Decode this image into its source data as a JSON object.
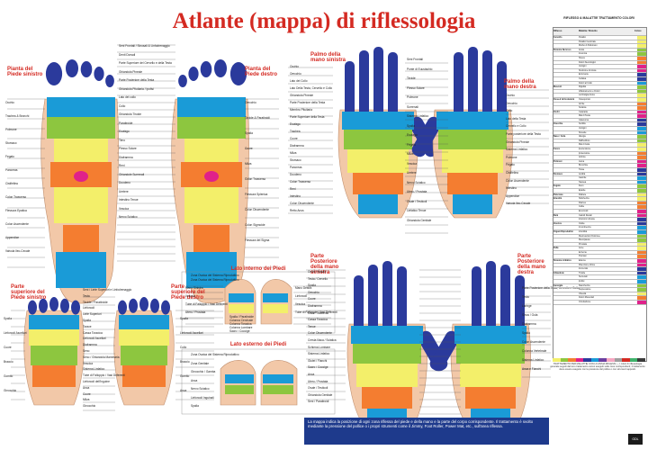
{
  "title": "Atlante (mappa) di riflessologia",
  "foot_sole": {
    "left_heading": "Pianta del Piede sinistro",
    "right_heading": "Pianta del Piede destro",
    "left_labels": [
      "Occhio",
      "Trachea & Bronchi",
      "Polmone",
      "Stomaco",
      "Fegato",
      "Pancreas",
      "Cistifellea",
      "Colon Trasverso",
      "Flessura Epatica",
      "Colon Ascendente",
      "Appendice",
      "Valvola Ileo-Cecale"
    ],
    "right_labels": [
      "Orecchio",
      "Tiroide & Paratiroidi",
      "Spalla",
      "Cuore",
      "Milza",
      "Colon Trasverso",
      "Flessura Splenica",
      "Colon Discendente",
      "Colon Sigmoide",
      "Flessura del Sigma"
    ],
    "center_labels": [
      "Seni Frontali / Sinusali & Linfodrenaggio",
      "Denti Dorsali",
      "Parte Superiore del Cervello e della Testa",
      "Ghiandola Pineale",
      "Parte Posteriore della Testa",
      "Ghiandola Pituitaria / Ipofisi",
      "Lato del collo",
      "Collo",
      "Ghiandola Tiroide",
      "Paratiroide",
      "Esofago",
      "Timo",
      "Plesso Solare",
      "Diaframma",
      "Reni",
      "Ghiandole Surrenali",
      "Duodeno",
      "Uretere",
      "Intestino Tenue",
      "Vescica",
      "Nervo Sciatico"
    ]
  },
  "hands": {
    "palm_left_heading": "Palmo della mano sinistra",
    "palm_right_heading": "Palmo della mano destra",
    "palm_left_labels": [
      "Occhio",
      "Orecchio",
      "Lato del Collo",
      "Lato Della Testa, Cervello e Collo",
      "Ghiandola Pineale",
      "Parte Posteriore della Testa",
      "Membro Pituitaria",
      "Parte Superiore della Testa",
      "Esofago",
      "Trachea",
      "Cuore",
      "Diaframma",
      "Milza",
      "Stomaco",
      "Pancreas",
      "Duodeno",
      "Colon Trasverso",
      "Reni",
      "Intestino",
      "Colon Discendente",
      "Retto Anus"
    ],
    "palm_right_labels": [
      "Occhio",
      "Orecchio",
      "Collo",
      "Lato della Testa",
      "Cervello e Collo",
      "Parte posteriore della Testa",
      "Ghiandola Pineale",
      "Sistema Linfatico",
      "Polmone",
      "Fegato",
      "Cistifellea",
      "Colon Ascendente",
      "Intestino",
      "Appendice",
      "Valvola Ileo-Cecale"
    ],
    "palm_center_labels": [
      "Seni Frontali",
      "Ponte di Euustachio",
      "Tiroide",
      "Plesso Solare",
      "Polmone",
      "Surrenali",
      "Sistema Linfatico",
      "Spalla",
      "Esofago",
      "Fegato",
      "Milza",
      "Vescica",
      "Uretere",
      "Nervo Sciatico",
      "Utero / Prostata",
      "Ovaie / Testicoli",
      "Linfatico Tenue",
      "Ghiandola Genitale"
    ],
    "back_left_heading": "Parte Posteriore della mano sinistra",
    "back_right_heading": "Parte Posteriore della mano destra",
    "back_labels": [
      "Occhi / Nasali",
      "Testa / Cervello",
      "Spalla",
      "Orecchio",
      "Cuore",
      "Diaframma",
      "Colon Trasverso",
      "Cassa Toracica",
      "Tenue",
      "Colon Discendente",
      "Cresta Iliaca / Sciatica",
      "Schiena Lombare",
      "Sistema Linfatico",
      "Glutei / Fianchi",
      "Sacro / Coccige",
      "Anca",
      "Utero / Prostata",
      "Ovaie / Testicoli",
      "Ghiandola Genitale",
      "Seni / Paratiroidi"
    ],
    "back_right_labels": [
      "Parte Posteriore della Testa, Cervello e Collo",
      "Testa",
      "Laringe",
      "Sinus / Gola",
      "Diaframma",
      "Spalla",
      "Colon Ascendente",
      "Colonna Vertebrale",
      "Sistema Linfatico",
      "Anca e Fianchi"
    ]
  },
  "foot_top": {
    "left_heading": "Parte superiore del Piede sinistro",
    "right_heading": "Parte superiore del Piede destro",
    "center_labels": [
      "Seni / Linfe Superiori e Linfodrenaggio",
      "Testa",
      "Tiroide / Paratiroide",
      "Linfonodi",
      "Linfe Superiori",
      "Spalla",
      "Torace",
      "Cassa Toracica",
      "Linfonodi Ascellari",
      "Diaframma",
      "Seno",
      "Seno / Ghiandola Mammaria",
      "Vescica",
      "Sistema Linfatico",
      "Tube di Falloppio / Vasi Deferenti",
      "Linfonodi dell'Inguine",
      "Anca",
      "Cuore",
      "Milza",
      "Ginocchio"
    ],
    "left_labels": [
      "Spalla",
      "Linfonodi Ascellari",
      "Cuore",
      "Braccio",
      "Gomito",
      "Ginocchio"
    ],
    "right_labels": [
      "Spalla",
      "Linfonodi Ascellari",
      "Collo",
      "Braccio",
      "Gomito",
      "Anca"
    ]
  },
  "inner_foot": {
    "heading": "Lato interno dei Piedi",
    "top_labels": [
      "Zona Ovaica del Sistema Riproduttivo",
      "Zona Ovaica del Sistema Riproduttivo"
    ],
    "left_labels": [
      "Mano Sinistra",
      "Vescica",
      "Tube di Falloppio / Vasi Deferenti",
      "Utero / Prostata"
    ],
    "right_labels": [
      "Mano Destra",
      "Linfonodi",
      "Vescica",
      "Tube di Falloppio / Vasi Deferenti"
    ],
    "center_labels": [
      "Spalla / Paratiroide",
      "Colonna Cervicale",
      "Colonna Toracica",
      "Colonna Lombare",
      "Sacro / Coccige"
    ]
  },
  "outer_foot": {
    "heading": "Lato esterno dei Piedi",
    "labels": [
      "Zona Ovaica del Sistema Riproduttivo",
      "Zona Genitale",
      "Ginocchio / Gamba",
      "Anca",
      "Nervo Sciatico",
      "Linfonodi Inguinali",
      "Spalla"
    ]
  },
  "legend": {
    "title": "RIFLESSO & MALATTIE TRATTAMENTO COLORI",
    "headers": [
      "Riflesso",
      "Malattia / Disturbo",
      "Colore"
    ],
    "rows": [
      {
        "zone": "Cervello",
        "item": "Paralisi",
        "color": "#f3ef6a"
      },
      {
        "zone": "",
        "item": "Paralisi Cerebrale",
        "color": "#f3ef6a"
      },
      {
        "zone": "",
        "item": "Morbo di Parkinson",
        "color": "#f3ef6a"
      },
      {
        "zone": "Sistema Nervoso",
        "item": "Ansia",
        "color": "#8dc63f"
      },
      {
        "zone": "",
        "item": "Insonnia",
        "color": "#8dc63f"
      },
      {
        "zone": "",
        "item": "Stress",
        "color": "#f47d30"
      },
      {
        "zone": "",
        "item": "Dolori Neurologici",
        "color": "#f47d30"
      },
      {
        "zone": "",
        "item": "Vertigini",
        "color": "#e0218a"
      },
      {
        "zone": "",
        "item": "Sindrome di Ansia",
        "color": "#e0218a"
      },
      {
        "zone": "",
        "item": "Emicrania",
        "color": "#2b3a9c"
      },
      {
        "zone": "",
        "item": "Cefalea",
        "color": "#2b3a9c"
      },
      {
        "zone": "",
        "item": "Dolori al Collo",
        "color": "#1a9bd7"
      },
      {
        "zone": "Muscoli",
        "item": "Rigidità",
        "color": "#8dc63f"
      },
      {
        "zone": "",
        "item": "Affaticamento e Dolori",
        "color": "#8dc63f"
      },
      {
        "zone": "",
        "item": "Lombalgia Acuta",
        "color": "#f3ef6a"
      },
      {
        "zone": "Ossa & Articolazioni",
        "item": "Osteoporosi",
        "color": "#f3ef6a"
      },
      {
        "zone": "",
        "item": "Artrite",
        "color": "#f47d30"
      },
      {
        "zone": "",
        "item": "Sciatica",
        "color": "#f47d30"
      },
      {
        "zone": "Occhi",
        "item": "Cataratta",
        "color": "#e0218a"
      },
      {
        "zone": "",
        "item": "Mal di Testa",
        "color": "#e0218a"
      },
      {
        "zone": "",
        "item": "Glaucoma",
        "color": "#2b3a9c"
      },
      {
        "zone": "Orecchie",
        "item": "Sordità",
        "color": "#2b3a9c"
      },
      {
        "zone": "",
        "item": "Vertigini",
        "color": "#1a9bd7"
      },
      {
        "zone": "",
        "item": "Sinusite",
        "color": "#1a9bd7"
      },
      {
        "zone": "Naso / Gola",
        "item": "Allergie",
        "color": "#8dc63f"
      },
      {
        "zone": "",
        "item": "Raffreddore",
        "color": "#8dc63f"
      },
      {
        "zone": "",
        "item": "Mal di Gola",
        "color": "#f3ef6a"
      },
      {
        "zone": "Cuore",
        "item": "Ipertensione",
        "color": "#f3ef6a"
      },
      {
        "zone": "",
        "item": "Ipotensione",
        "color": "#f47d30"
      },
      {
        "zone": "",
        "item": "Aritmia",
        "color": "#f47d30"
      },
      {
        "zone": "Polmoni",
        "item": "Asma",
        "color": "#e0218a"
      },
      {
        "zone": "",
        "item": "Bronchite",
        "color": "#e0218a"
      },
      {
        "zone": "",
        "item": "Tosse",
        "color": "#2b3a9c"
      },
      {
        "zone": "Stomaco",
        "item": "Acidità",
        "color": "#2b3a9c"
      },
      {
        "zone": "",
        "item": "Gastrite",
        "color": "#1a9bd7"
      },
      {
        "zone": "",
        "item": "Nausea",
        "color": "#1a9bd7"
      },
      {
        "zone": "Fegato",
        "item": "Ittero",
        "color": "#8dc63f"
      },
      {
        "zone": "",
        "item": "Epatite",
        "color": "#8dc63f"
      },
      {
        "zone": "Pancreas",
        "item": "Diabete",
        "color": "#f3ef6a"
      },
      {
        "zone": "Intestini",
        "item": "Stitichezza",
        "color": "#f3ef6a"
      },
      {
        "zone": "",
        "item": "Diarrea",
        "color": "#f47d30"
      },
      {
        "zone": "",
        "item": "Colite",
        "color": "#f47d30"
      },
      {
        "zone": "",
        "item": "Emorroidi",
        "color": "#e0218a"
      },
      {
        "zone": "Reni",
        "item": "Calcoli Renali",
        "color": "#e0218a"
      },
      {
        "zone": "",
        "item": "Infezioni Urinarie",
        "color": "#2b3a9c"
      },
      {
        "zone": "Vescica",
        "item": "Cistite",
        "color": "#2b3a9c"
      },
      {
        "zone": "",
        "item": "Incontinenza",
        "color": "#1a9bd7"
      },
      {
        "zone": "Organi Riproduttivi",
        "item": "Infertilità",
        "color": "#1a9bd7"
      },
      {
        "zone": "",
        "item": "Mestruazioni Dolorose",
        "color": "#8dc63f"
      },
      {
        "zone": "",
        "item": "Menopausa",
        "color": "#8dc63f"
      },
      {
        "zone": "",
        "item": "Prostata",
        "color": "#f3ef6a"
      },
      {
        "zone": "Pelle",
        "item": "Acne",
        "color": "#f3ef6a"
      },
      {
        "zone": "",
        "item": "Eczema",
        "color": "#f47d30"
      },
      {
        "zone": "",
        "item": "Psoriasi",
        "color": "#f47d30"
      },
      {
        "zone": "Sistema Linfatico",
        "item": "Edema",
        "color": "#e0218a"
      },
      {
        "zone": "",
        "item": "Ritenzione Idrica",
        "color": "#e0218a"
      },
      {
        "zone": "",
        "item": "Immunità",
        "color": "#2b3a9c"
      },
      {
        "zone": "Ghiandole",
        "item": "Tiroide",
        "color": "#2b3a9c"
      },
      {
        "zone": "",
        "item": "Surrenali",
        "color": "#1a9bd7"
      },
      {
        "zone": "",
        "item": "Ipofisi",
        "color": "#1a9bd7"
      },
      {
        "zone": "Generale",
        "item": "Stanchezza",
        "color": "#8dc63f"
      },
      {
        "zone": "",
        "item": "Depressione",
        "color": "#8dc63f"
      },
      {
        "zone": "",
        "item": "Obesità",
        "color": "#f3ef6a"
      },
      {
        "zone": "",
        "item": "Dolori Muscolari",
        "color": "#f47d30"
      },
      {
        "zone": "",
        "item": "Circolazione",
        "color": "#e0218a"
      }
    ],
    "swatches": [
      "#f3ef6a",
      "#8dc63f",
      "#f47d30",
      "#e0218a",
      "#2b3a9c",
      "#1a9bd7",
      "#6b3fa0",
      "#f6a6c1",
      "#9e9e9e",
      "#d42a22",
      "#3fb36b",
      "#3b3b3b"
    ]
  },
  "footnote": "TRATTAMENTO PER MALATTIE CON LO ANSIA RIFLESSI — I colori di riflessologia generale seguiti dal tono trattamento vanno eseguiti sulle zone corrispondenti; il trattamento deve essere eseguito con la pressione del pollice o con strumenti appositi.",
  "bottom_note": "La mappa indica la posizione di ogni zona riflessa del piede e della mano e la parte del corpo corrispondente. Il trattamento è svolto mediante la pressione del pollice o i propri strumenti come il Jimmy, Foot Roller, Power Mat, etc., sull'area riflessa.",
  "logo": "GDL"
}
